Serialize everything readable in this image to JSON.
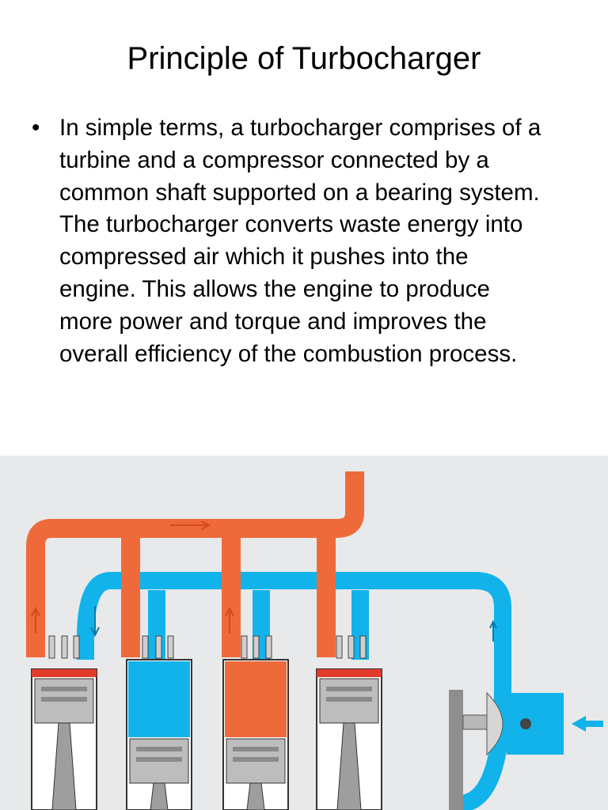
{
  "slide": {
    "title": "Principle of Turbocharger",
    "bullet_lines": [
      "In simple terms, a turbocharger comprises of a",
      "turbine and a compressor connected by a",
      "common shaft supported on a bearing system.",
      "The turbocharger converts waste energy into",
      "compressed air which it pushes into the",
      "engine. This allows the engine to produce",
      "more power and torque and improves the",
      "overall efficiency of the combustion process."
    ]
  },
  "diagram": {
    "colors": {
      "exhaust": "#ef6a3b",
      "intake": "#12b3ea",
      "background": "#e8e9ea",
      "metal": "#b8b8b8",
      "shaft": "#8e8e8e"
    },
    "icons": [
      "exhaust-flow-arrow-icon",
      "intake-flow-arrow-icon",
      "air-inlet-arrow-icon"
    ]
  }
}
